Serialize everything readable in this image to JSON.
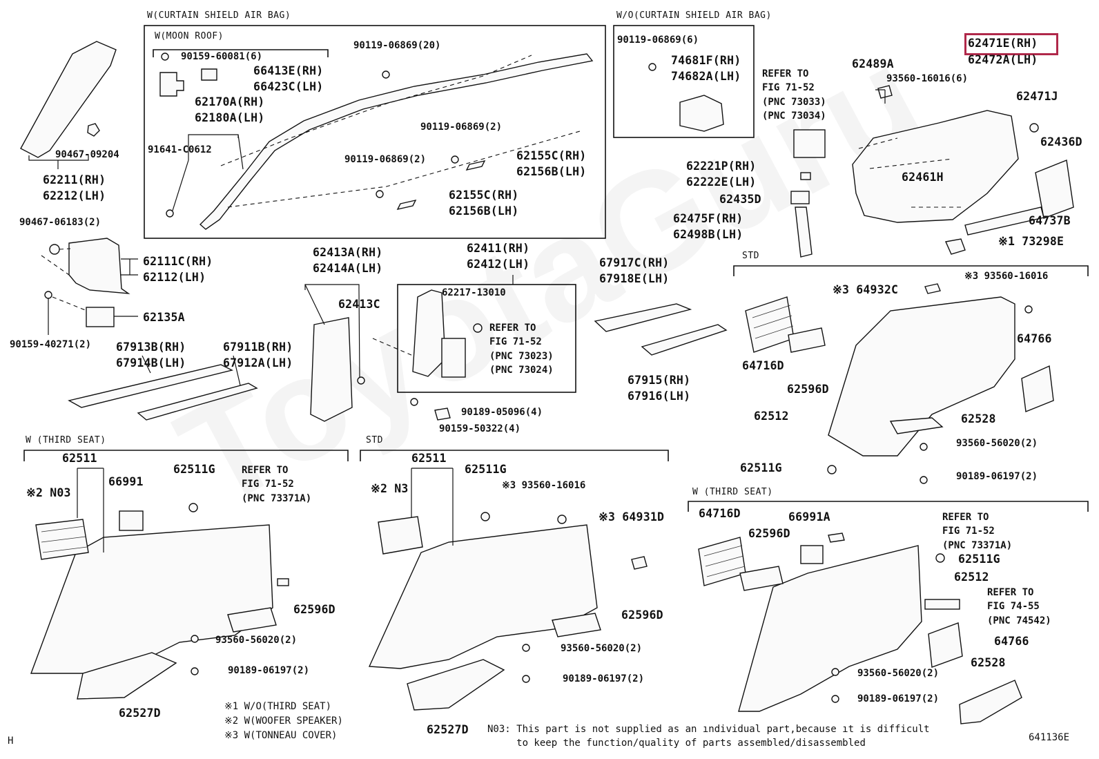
{
  "sections": {
    "curtain_with": "W(CURTAIN SHIELD AIR BAG)",
    "curtain_without": "W/O(CURTAIN SHIELD AIR BAG)",
    "moon_roof": "W(MOON ROOF)",
    "std_right": "STD",
    "third_seat_left": "W (THIRD SEAT)",
    "std_middle": "STD",
    "third_seat_right": "W (THIRD SEAT)"
  },
  "labels": {
    "p62211_rh": "62211(RH)",
    "p62212_lh": "62212(LH)",
    "p90467_09204": "90467-09204",
    "p90467_06183": "90467-06183(2)",
    "p62111c": "62111C(RH)",
    "p62112": "62112(LH)",
    "p62135a": "62135A",
    "p90159_40271": "90159-40271(2)",
    "p67913b": "67913B(RH)",
    "p67914b": "67914B(LH)",
    "p67911b": "67911B(RH)",
    "p67912a": "67912A(LH)",
    "p90159_60081": "90159-60081(6)",
    "p66413e": "66413E(RH)",
    "p66423c": "66423C(LH)",
    "p62170a": "62170A(RH)",
    "p62180a": "62180A(LH)",
    "p91641": "91641-C0612",
    "p90119_20": "90119-06869(20)",
    "p90119_2a": "90119-06869(2)",
    "p90119_2b": "90119-06869(2)",
    "p62155c_a": "62155C(RH)",
    "p62156b_a": "62156B(LH)",
    "p62155c_b": "62155C(RH)",
    "p62156b_b": "62156B(LH)",
    "p90119_6": "90119-06869(6)",
    "p74681f": "74681F(RH)",
    "p74682a": "74682A(LH)",
    "refer_7152_a": "REFER TO\nFIG 71-52\n(PNC 73033)\n(PNC 73034)",
    "p62489a": "62489A",
    "p93560_6": "93560-16016(6)",
    "p62471e": "62471E(RH)",
    "p62472a": "62472A(LH)",
    "p62471j": "62471J",
    "p62436d": "62436D",
    "p62461h": "62461H",
    "p62221p": "62221P(RH)",
    "p62222e": "62222E(LH)",
    "p62435d": "62435D",
    "p62475f": "62475F(RH)",
    "p62498b": "62498B(LH)",
    "p64737b": "64737B",
    "p73298e": "※1 73298E",
    "p62413a": "62413A(RH)",
    "p62414a": "62414A(LH)",
    "p62413c": "62413C",
    "p62411": "62411(RH)",
    "p62412": "62412(LH)",
    "p62217": "62217-13010",
    "refer_7152_b": "REFER TO\nFIG 71-52\n(PNC 73023)\n(PNC 73024)",
    "p90189_05096": "90189-05096(4)",
    "p90159_50322": "90159-50322(4)",
    "p67917c": "67917C(RH)",
    "p67918e": "67918E(LH)",
    "p67915": "67915(RH)",
    "p67916": "67916(LH)",
    "p64932c": "※3 64932C",
    "p93560_16016_a": "※3 93560-16016",
    "p64716d_a": "64716D",
    "p62596d_a": "62596D",
    "p64766_a": "64766",
    "p62512_a": "62512",
    "p62528_a": "62528",
    "p93560_56020_a": "93560-56020(2)",
    "p62511g_a": "62511G",
    "p90189_06197_a": "90189-06197(2)",
    "p62511_l": "62511",
    "p2n03_l": "※2 N03",
    "p66991_l": "66991",
    "p62511g_l": "62511G",
    "refer_73371_l": "REFER TO\nFIG 71-52\n(PNC 73371A)",
    "p62596d_l": "62596D",
    "p93560_56020_l": "93560-56020(2)",
    "p90189_06197_l": "90189-06197(2)",
    "p62527d_l": "62527D",
    "p62511_m": "62511",
    "p2n3_m": "※2  N3",
    "p62511g_m": "62511G",
    "p93560_16016_m": "※3 93560-16016",
    "p64931d_m": "※3 64931D",
    "p62596d_m": "62596D",
    "p93560_56020_m": "93560-56020(2)",
    "p90189_06197_m": "90189-06197(2)",
    "p62527d_m": "62527D",
    "p64716d_r": "64716D",
    "p62596d_r": "62596D",
    "p66991a_r": "66991A",
    "refer_73371_r": "REFER TO\nFIG 71-52\n(PNC 73371A)",
    "p62511g_r": "62511G",
    "p62512_r": "62512",
    "refer_7455_r": "REFER TO\nFIG 74-55\n(PNC 74542)",
    "p64766_r": "64766",
    "p93560_56020_r": "93560-56020(2)",
    "p62528_r": "62528",
    "p90189_06197_r": "90189-06197(2)"
  },
  "footnotes": {
    "n1": "※1 W/O(THIRD SEAT)",
    "n2": "※2 W(WOOFER SPEAKER)",
    "n3": "※3 W(TONNEAU COVER)",
    "n03": "N03: This part is not supplied as an ındividual part,because ıt is difficult\n     to keep the function/quality of parts assembled/disassembled"
  },
  "corner": {
    "left": "H",
    "figure_id": "641136E"
  },
  "watermark": "ToyotaGuru",
  "colors": {
    "ink": "#111111",
    "highlight": "#b0284a"
  }
}
